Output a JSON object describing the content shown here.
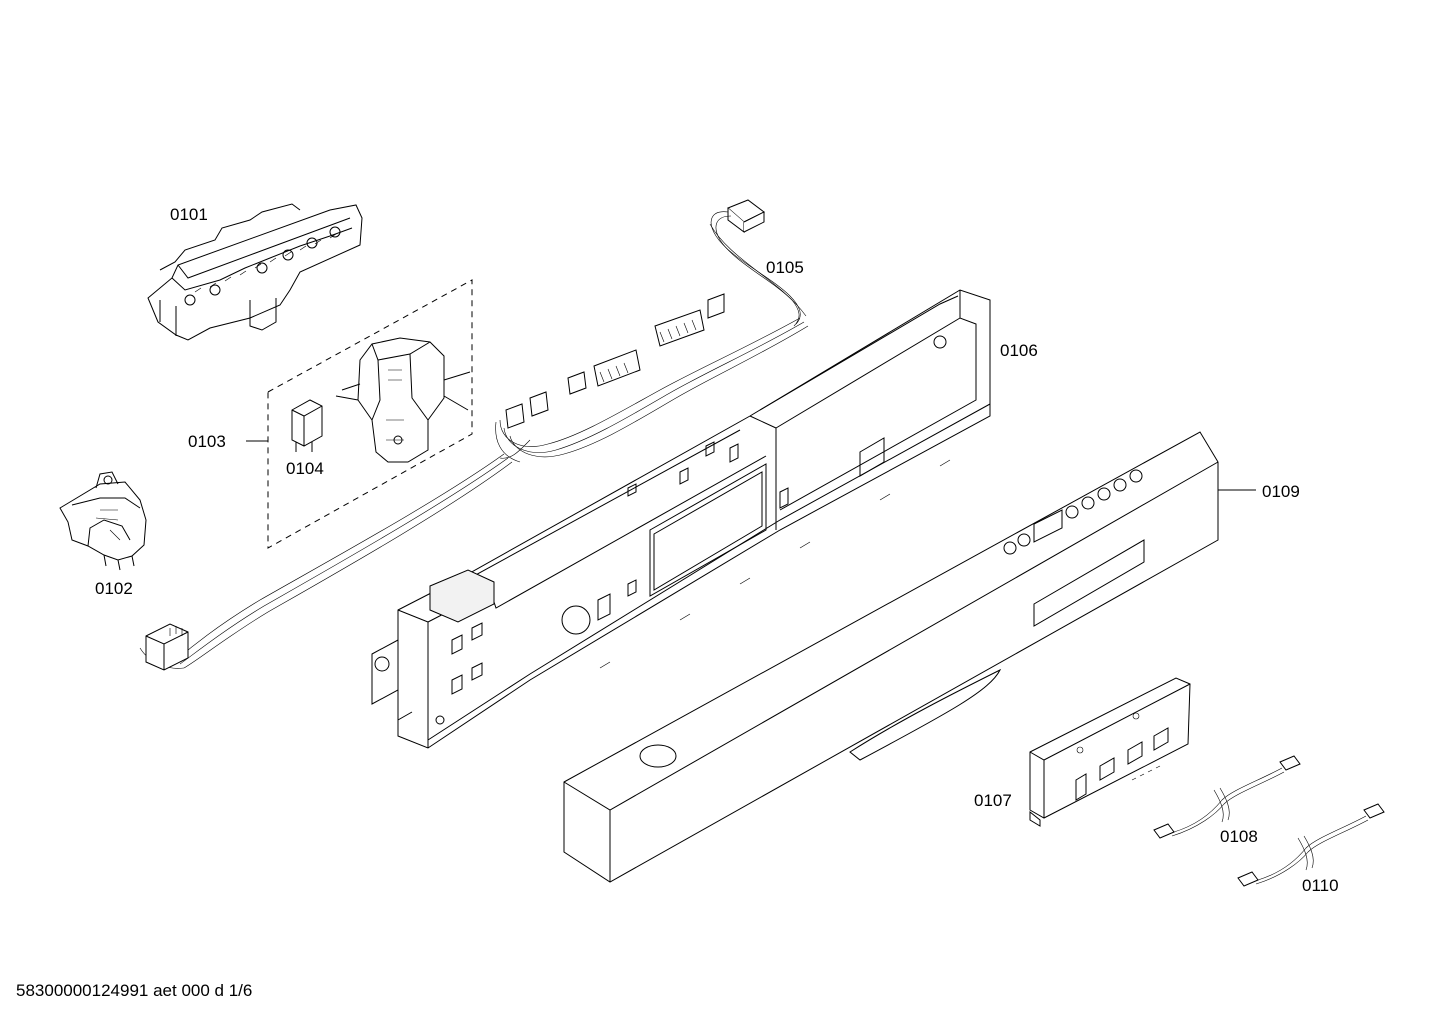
{
  "diagram": {
    "parts": [
      {
        "id": "0101",
        "label": "0101"
      },
      {
        "id": "0102",
        "label": "0102"
      },
      {
        "id": "0103",
        "label": "0103"
      },
      {
        "id": "0104",
        "label": "0104"
      },
      {
        "id": "0105",
        "label": "0105"
      },
      {
        "id": "0106",
        "label": "0106"
      },
      {
        "id": "0107",
        "label": "0107"
      },
      {
        "id": "0108",
        "label": "0108"
      },
      {
        "id": "0109",
        "label": "0109"
      },
      {
        "id": "0110",
        "label": "0110"
      }
    ],
    "footer": "58300000124991 aet 000 d 1/6"
  }
}
